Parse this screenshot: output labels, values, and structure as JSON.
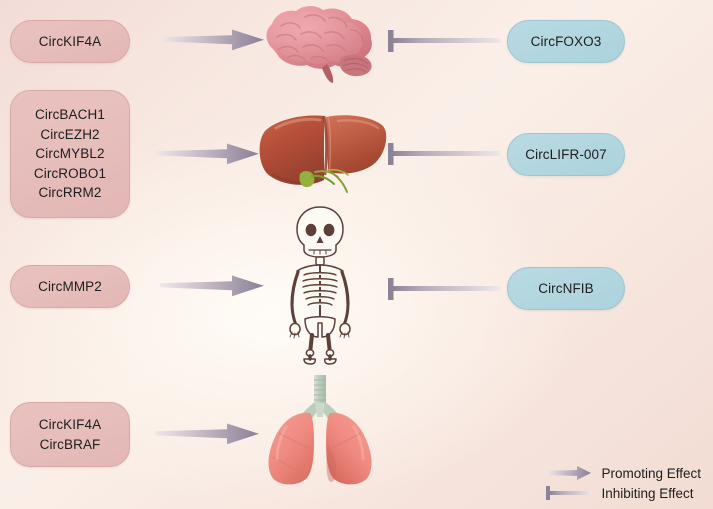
{
  "figure": {
    "background_colors": {
      "corner_pink": "#f3dcd8",
      "center_cream": "#fdf6ee",
      "edge_warm": "#f2dcd4"
    }
  },
  "colors": {
    "left_node_fill": "#e6bdbb",
    "left_node_border": "#d9a9a8",
    "right_node_fill": "#b2d6df",
    "right_node_border": "#9cc7d2",
    "arrow_dark": "#8d8398",
    "arrow_light": "#e9e2e4",
    "text": "#1d1d1d",
    "brain": "#e08b92",
    "liver": "#b8503a",
    "gallbladder": "#8fae3c",
    "skeleton_outline": "#5d4037",
    "skeleton_bone": "#fdfaf4",
    "lung": "#f08d84",
    "trachea": "#c3d3c3"
  },
  "rows": [
    {
      "id": "brain-row",
      "organ": "brain",
      "organ_label": "brain-organ",
      "left_node": {
        "id": "left-node-brain",
        "lines": [
          "CircKIF4A"
        ]
      },
      "promoting": {
        "id": "promoting-arrow-brain",
        "label": "promoting-arrow"
      },
      "inhibiting": {
        "id": "inhibiting-bar-brain",
        "label": "inhibiting-connector"
      },
      "right_node": {
        "id": "right-node-brain",
        "lines": [
          "CircFOXO3"
        ]
      }
    },
    {
      "id": "liver-row",
      "organ": "liver",
      "organ_label": "liver-organ",
      "left_node": {
        "id": "left-node-liver",
        "lines": [
          "CircBACH1",
          "CircEZH2",
          "CircMYBL2",
          "CircROBO1",
          "CircRRM2"
        ]
      },
      "promoting": {
        "id": "promoting-arrow-liver",
        "label": "promoting-arrow"
      },
      "inhibiting": {
        "id": "inhibiting-bar-liver",
        "label": "inhibiting-connector"
      },
      "right_node": {
        "id": "right-node-liver",
        "lines": [
          "CircLIFR-007"
        ]
      }
    },
    {
      "id": "bone-row",
      "organ": "skeleton",
      "organ_label": "skeleton-organ",
      "left_node": {
        "id": "left-node-bone",
        "lines": [
          "CircMMP2"
        ]
      },
      "promoting": {
        "id": "promoting-arrow-bone",
        "label": "promoting-arrow"
      },
      "inhibiting": {
        "id": "inhibiting-bar-bone",
        "label": "inhibiting-connector"
      },
      "right_node": {
        "id": "right-node-bone",
        "lines": [
          "CircNFIB"
        ]
      }
    },
    {
      "id": "lung-row",
      "organ": "lungs",
      "organ_label": "lungs-organ",
      "left_node": {
        "id": "left-node-lung",
        "lines": [
          "CircKIF4A",
          "CircBRAF"
        ]
      },
      "promoting": {
        "id": "promoting-arrow-lung",
        "label": "promoting-arrow"
      },
      "inhibiting": null,
      "right_node": null
    }
  ],
  "legend": {
    "items": [
      {
        "icon": "arrow-right-icon",
        "label": "Promoting Effect"
      },
      {
        "icon": "t-bar-icon",
        "label": "Inhibiting Effect"
      }
    ]
  }
}
